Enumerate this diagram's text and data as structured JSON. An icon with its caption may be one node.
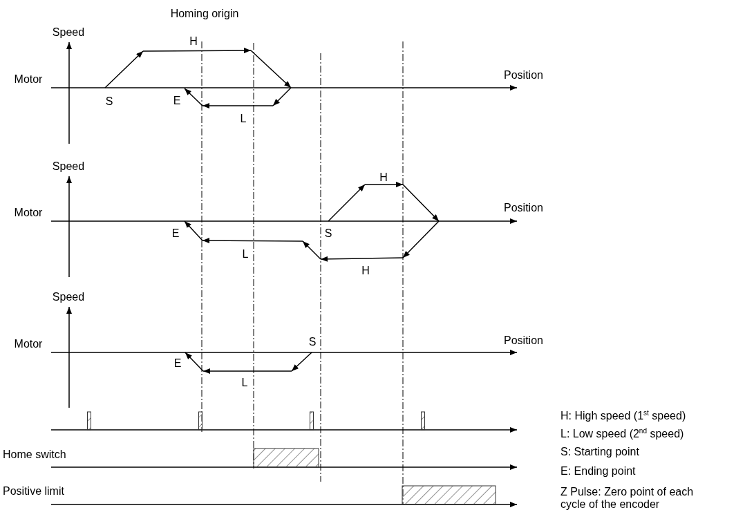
{
  "diagram": {
    "labels": [
      "Homing origin",
      "Speed",
      "H",
      "Motor",
      "Position",
      "S",
      "E",
      "L",
      "Speed",
      "H",
      "Motor",
      "Position",
      "E",
      "S",
      "L",
      "H",
      "Speed",
      "Motor",
      "S",
      "Position",
      "E",
      "L",
      "H: High speed (1$^{st}$ speed)",
      "L: Low speed (2$^{nd}$ speed)",
      "Home switch",
      "S: Starting point",
      "E: Ending point",
      "Positive limit",
      "Z Pulse: Zero point of each cycle of the encoder"
    ]
  }
}
